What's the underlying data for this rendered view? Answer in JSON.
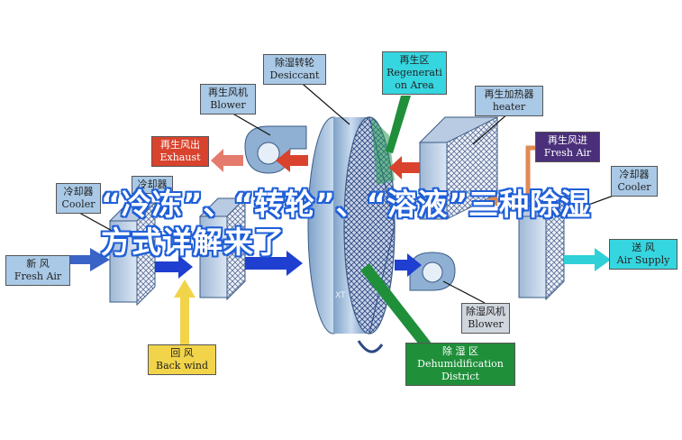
{
  "headline": "“冷冻”、“转轮”、“溶液”三种除湿方式详解来了",
  "watermark": "XT",
  "labels": {
    "desiccant": {
      "zh": "除湿转轮",
      "en": "Desiccant"
    },
    "regeneration_area": {
      "zh": "再生区",
      "en1": "Regenerati",
      "en2": "on Area"
    },
    "regen_blower": {
      "zh": "再生风机",
      "en": "Blower"
    },
    "regen_heater": {
      "zh": "再生加热器",
      "en": "heater"
    },
    "regen_exhaust": {
      "zh": "再生风出",
      "en": "Exhaust"
    },
    "regen_fresh_air": {
      "zh": "再生风进",
      "en": "Fresh Air"
    },
    "cooler_left": {
      "zh": "冷却器",
      "en": "Cooler"
    },
    "cooler_middle": {
      "zh": "冷却器"
    },
    "cooler_right": {
      "zh": "冷却器",
      "en": "Cooler"
    },
    "fresh_air": {
      "zh": "新 风",
      "en": "Fresh Air"
    },
    "air_supply": {
      "zh": "送 风",
      "en": "Air Supply"
    },
    "dehum_blower": {
      "zh": "除湿风机",
      "en": "Blower"
    },
    "back_wind": {
      "zh": "回 风",
      "en": "Back wind"
    },
    "dehum_district": {
      "zh": "除 湿 区",
      "en1": "Dehumidification",
      "en2": "District"
    }
  },
  "colors": {
    "blue_label": "#a9c9e6",
    "red_label": "#d9432d",
    "purple_label": "#4a2f7a",
    "cyan_label": "#36d6e0",
    "yellow_label": "#f2d44a",
    "green_label": "#1f8f3a",
    "headline_outline": "#1f5fd8"
  }
}
